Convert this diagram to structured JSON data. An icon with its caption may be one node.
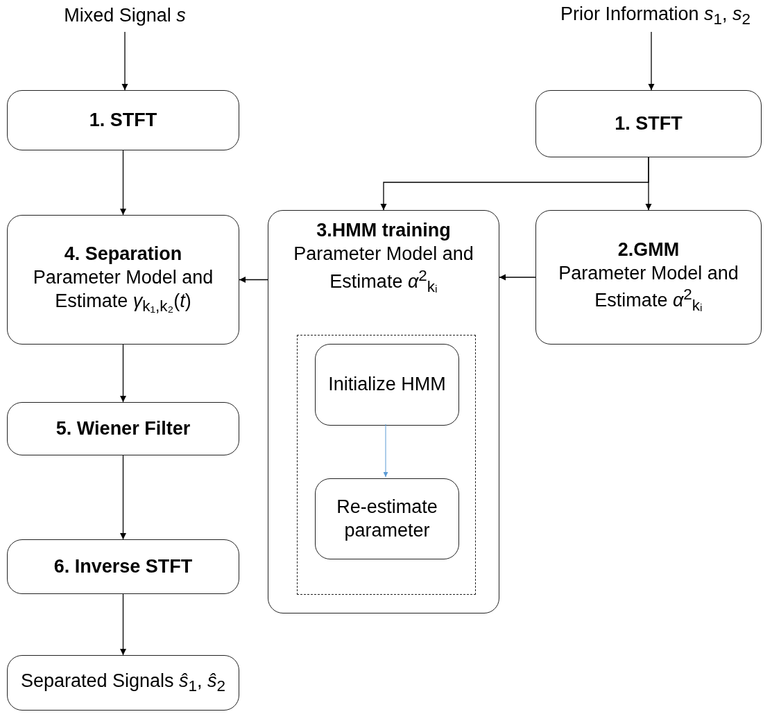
{
  "diagram": {
    "nodes": [
      {
        "text": [
          "Mixed Signal *s*"
        ]
      },
      {
        "text": [
          "Prior Information *s*$_{1}$, *s*$_{2}$"
        ]
      },
      {
        "text": [
          "1. STFT"
        ]
      },
      {
        "text": [
          "1. STFT"
        ]
      },
      {
        "text": [
          "4. Separation",
          "Parameter Model and Estimate *γ*$_{k₁,k₂}$(*t*)"
        ]
      },
      {
        "text": [
          "3.HMM training",
          "Parameter Model and Estimate *α*$^{2}$$_{kᵢ}$"
        ]
      },
      {
        "text": [],
        "shape": "box",
        "in": 5
      },
      {
        "text": [
          "Initialize HMM"
        ],
        "in": 6
      },
      {
        "text": [
          "Re-estimate parameter"
        ],
        "in": 6
      },
      {
        "text": [
          "2.GMM",
          "Parameter Model and Estimate *α*$^{2}$$_{kᵢ}$"
        ]
      },
      {
        "text": [
          "5. Wiener Filter"
        ]
      },
      {
        "text": [
          "6. Inverse STFT"
        ]
      },
      {
        "text": [
          "Separated Signals *ŝ*$_{1}$, *ŝ*$_{2}$"
        ]
      }
    ],
    "edges": [
      {
        "from": 0,
        "to": 2,
        "arrow": "to"
      },
      {
        "from": 1,
        "to": 3,
        "arrow": "to"
      },
      {
        "from": 2,
        "to": 4,
        "arrow": "to"
      },
      {
        "from": 3,
        "to": 5,
        "arrow": "to"
      },
      {
        "from": 3,
        "to": 9,
        "arrow": "to"
      },
      {
        "from": 9,
        "to": 5,
        "arrow": "to"
      },
      {
        "from": 5,
        "to": 4,
        "arrow": "to"
      },
      {
        "from": 7,
        "to": 8,
        "arrow": "to",
        "color": "#5b9bd5"
      },
      {
        "from": 4,
        "to": 10,
        "arrow": "to"
      },
      {
        "from": 10,
        "to": 11,
        "arrow": "to"
      },
      {
        "from": 11,
        "to": 12,
        "arrow": "to"
      }
    ]
  }
}
